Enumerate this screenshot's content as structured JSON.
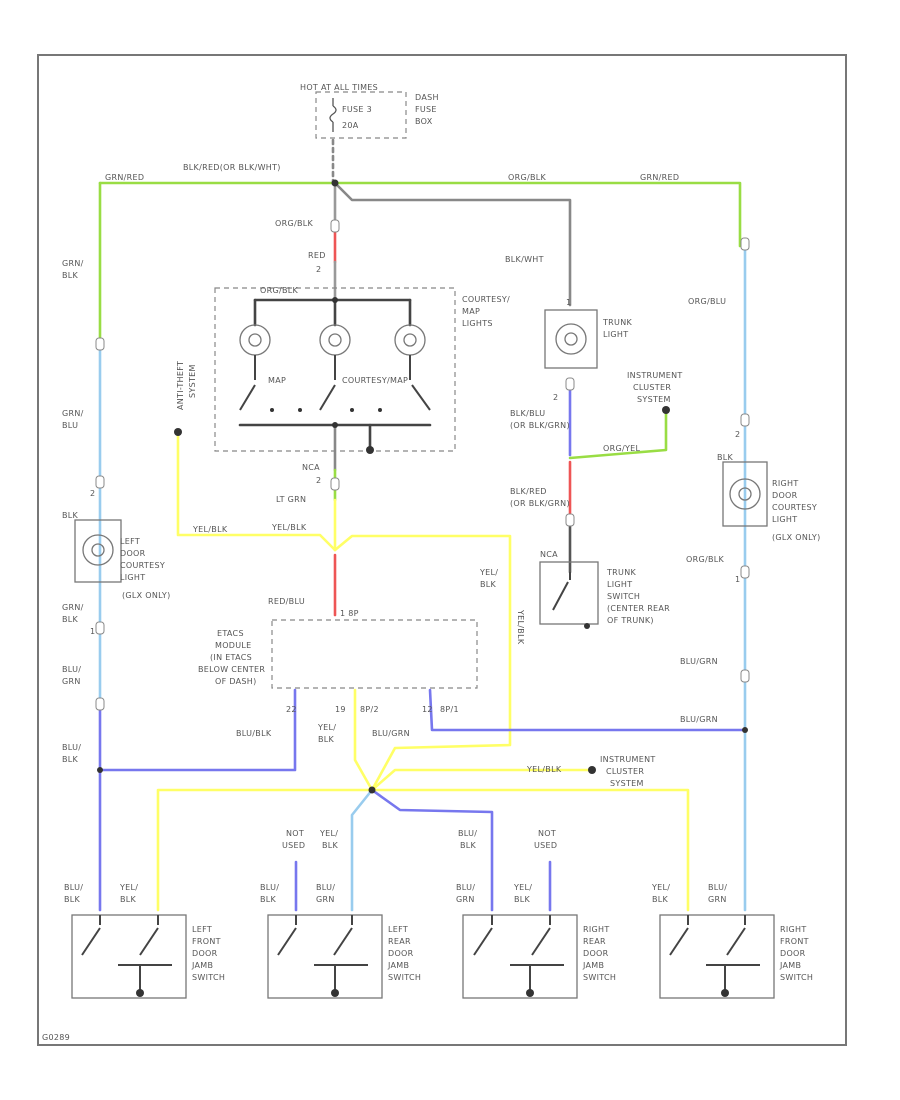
{
  "labels": {
    "hot_at_all_times": "HOT AT ALL TIMES",
    "fuse_name": "FUSE 3",
    "fuse_amps": "20A",
    "dash_fuse_box_1": "DASH",
    "dash_fuse_box_2": "FUSE",
    "dash_fuse_box_3": "BOX",
    "top_splice": "BLK/RED(OR BLK/WHT)",
    "grn_red_left": "GRN/RED",
    "grn_red_right": "GRN/RED",
    "org_blk_top": "ORG/BLK",
    "org_blk_a": "ORG/BLK",
    "red": "RED",
    "org_blk_b": "ORG/BLK",
    "num_2a": "2",
    "courtesy_map_1": "COURTESY/",
    "courtesy_map_2": "MAP",
    "courtesy_map_3": "LIGHTS",
    "map": "MAP",
    "courtesy_map_sw": "COURTESY/MAP",
    "anti_theft_1": "ANTI-THEFT",
    "anti_theft_2": "SYSTEM",
    "nca": "NCA",
    "num_2b": "2",
    "lt_grn": "LT GRN",
    "yel_blk_a": "YEL/BLK",
    "yel_blk_b": "YEL/BLK",
    "red_blu": "RED/BLU",
    "pin_1_8p": "1  8P",
    "etacs_1": "ETACS",
    "etacs_2": "MODULE",
    "etacs_3": "(IN ETACS",
    "etacs_4": "BELOW CENTER",
    "etacs_5": "OF DASH)",
    "pin_22": "22",
    "pin_19": "19",
    "pin_8p2": "8P/2",
    "pin_12": "12",
    "pin_8p1": "8P/1",
    "blu_blk_etacs": "BLU/BLK",
    "yel_blk_etacs_1": "YEL/",
    "yel_blk_etacs_2": "BLK",
    "blu_grn_etacs": "BLU/GRN",
    "yel_blk_right_1": "YEL/",
    "yel_blk_right_2": "BLK",
    "yel_blk_vertical": "YEL/BLK",
    "blk_wht": "BLK/WHT",
    "num_1_trunk": "1",
    "trunk_light_1": "TRUNK",
    "trunk_light_2": "LIGHT",
    "num_2_trunk": "2",
    "blk_blu_1": "BLK/BLU",
    "blk_blu_2": "(OR BLK/GRN)",
    "instr_1": "INSTRUMENT",
    "instr_2": "CLUSTER",
    "instr_3": "SYSTEM",
    "org_yel": "ORG/YEL",
    "blk_red_1": "BLK/RED",
    "blk_red_2": "(OR BLK/GRN)",
    "nca_trunk": "NCA",
    "trunk_sw_1": "TRUNK",
    "trunk_sw_2": "LIGHT",
    "trunk_sw_3": "SWITCH",
    "trunk_sw_4": "(CENTER REAR",
    "trunk_sw_5": "OF TRUNK)",
    "grn_blk_l1": "GRN/",
    "grn_blk_l2": "BLK",
    "grn_blu_l1": "GRN/",
    "grn_blu_l2": "BLU",
    "num_2_left": "2",
    "blk_left": "BLK",
    "left_dcl_1": "LEFT",
    "left_dcl_2": "DOOR",
    "left_dcl_3": "COURTESY",
    "left_dcl_4": "LIGHT",
    "left_dcl_5": "(GLX ONLY)",
    "grn_blk_l3": "GRN/",
    "grn_blk_l4": "BLK",
    "num_1_left": "1",
    "blu_grn_l1": "BLU/",
    "blu_grn_l2": "GRN",
    "blu_blk_l1": "BLU/",
    "blu_blk_l2": "BLK",
    "org_blu": "ORG/BLU",
    "num_2_right": "2",
    "blk_right": "BLK",
    "right_dcl_1": "RIGHT",
    "right_dcl_2": "DOOR",
    "right_dcl_3": "COURTESY",
    "right_dcl_4": "LIGHT",
    "right_dcl_5": "(GLX ONLY)",
    "org_blk_right": "ORG/BLK",
    "num_1_right": "1",
    "blu_grn_r1": "BLU/GRN",
    "blu_grn_r2": "BLU/GRN",
    "yel_blk_instr": "YEL/BLK",
    "instr2_1": "INSTRUMENT",
    "instr2_2": "CLUSTER",
    "instr2_3": "SYSTEM",
    "not_used_1a": "NOT",
    "not_used_1b": "USED",
    "yel_blk_m1": "YEL/",
    "yel_blk_m2": "BLK",
    "blu_blk_m1": "BLU/",
    "blu_blk_m2": "BLK",
    "not_used_2a": "NOT",
    "not_used_2b": "USED",
    "sw_lf_a1": "BLU/",
    "sw_lf_a2": "BLK",
    "sw_lf_b1": "YEL/",
    "sw_lf_b2": "BLK",
    "sw_lr_a1": "BLU/",
    "sw_lr_a2": "BLK",
    "sw_lr_b1": "BLU/",
    "sw_lr_b2": "GRN",
    "sw_rr_a1": "BLU/",
    "sw_rr_a2": "GRN",
    "sw_rr_b1": "YEL/",
    "sw_rr_b2": "BLK",
    "sw_rf_a1": "YEL/",
    "sw_rf_a2": "BLK",
    "sw_rf_b1": "BLU/",
    "sw_rf_b2": "GRN",
    "lf_jamb_1": "LEFT",
    "lf_jamb_2": "FRONT",
    "lf_jamb_3": "DOOR",
    "lf_jamb_4": "JAMB",
    "lf_jamb_5": "SWITCH",
    "lr_jamb_1": "LEFT",
    "lr_jamb_2": "REAR",
    "lr_jamb_3": "DOOR",
    "lr_jamb_4": "JAMB",
    "lr_jamb_5": "SWITCH",
    "rr_jamb_1": "RIGHT",
    "rr_jamb_2": "REAR",
    "rr_jamb_3": "DOOR",
    "rr_jamb_4": "JAMB",
    "rr_jamb_5": "SWITCH",
    "rf_jamb_1": "RIGHT",
    "rf_jamb_2": "FRONT",
    "rf_jamb_3": "DOOR",
    "rf_jamb_4": "JAMB",
    "rf_jamb_5": "SWITCH",
    "figure_id": "G0289"
  },
  "colors": {
    "green": "#99dd44",
    "yellow": "#ffff66",
    "blue": "#7777ee",
    "light_blue": "#99ccee",
    "red": "#ee5555",
    "gray": "#777777",
    "gray_green": "#99bb88",
    "frame": "#777777"
  }
}
